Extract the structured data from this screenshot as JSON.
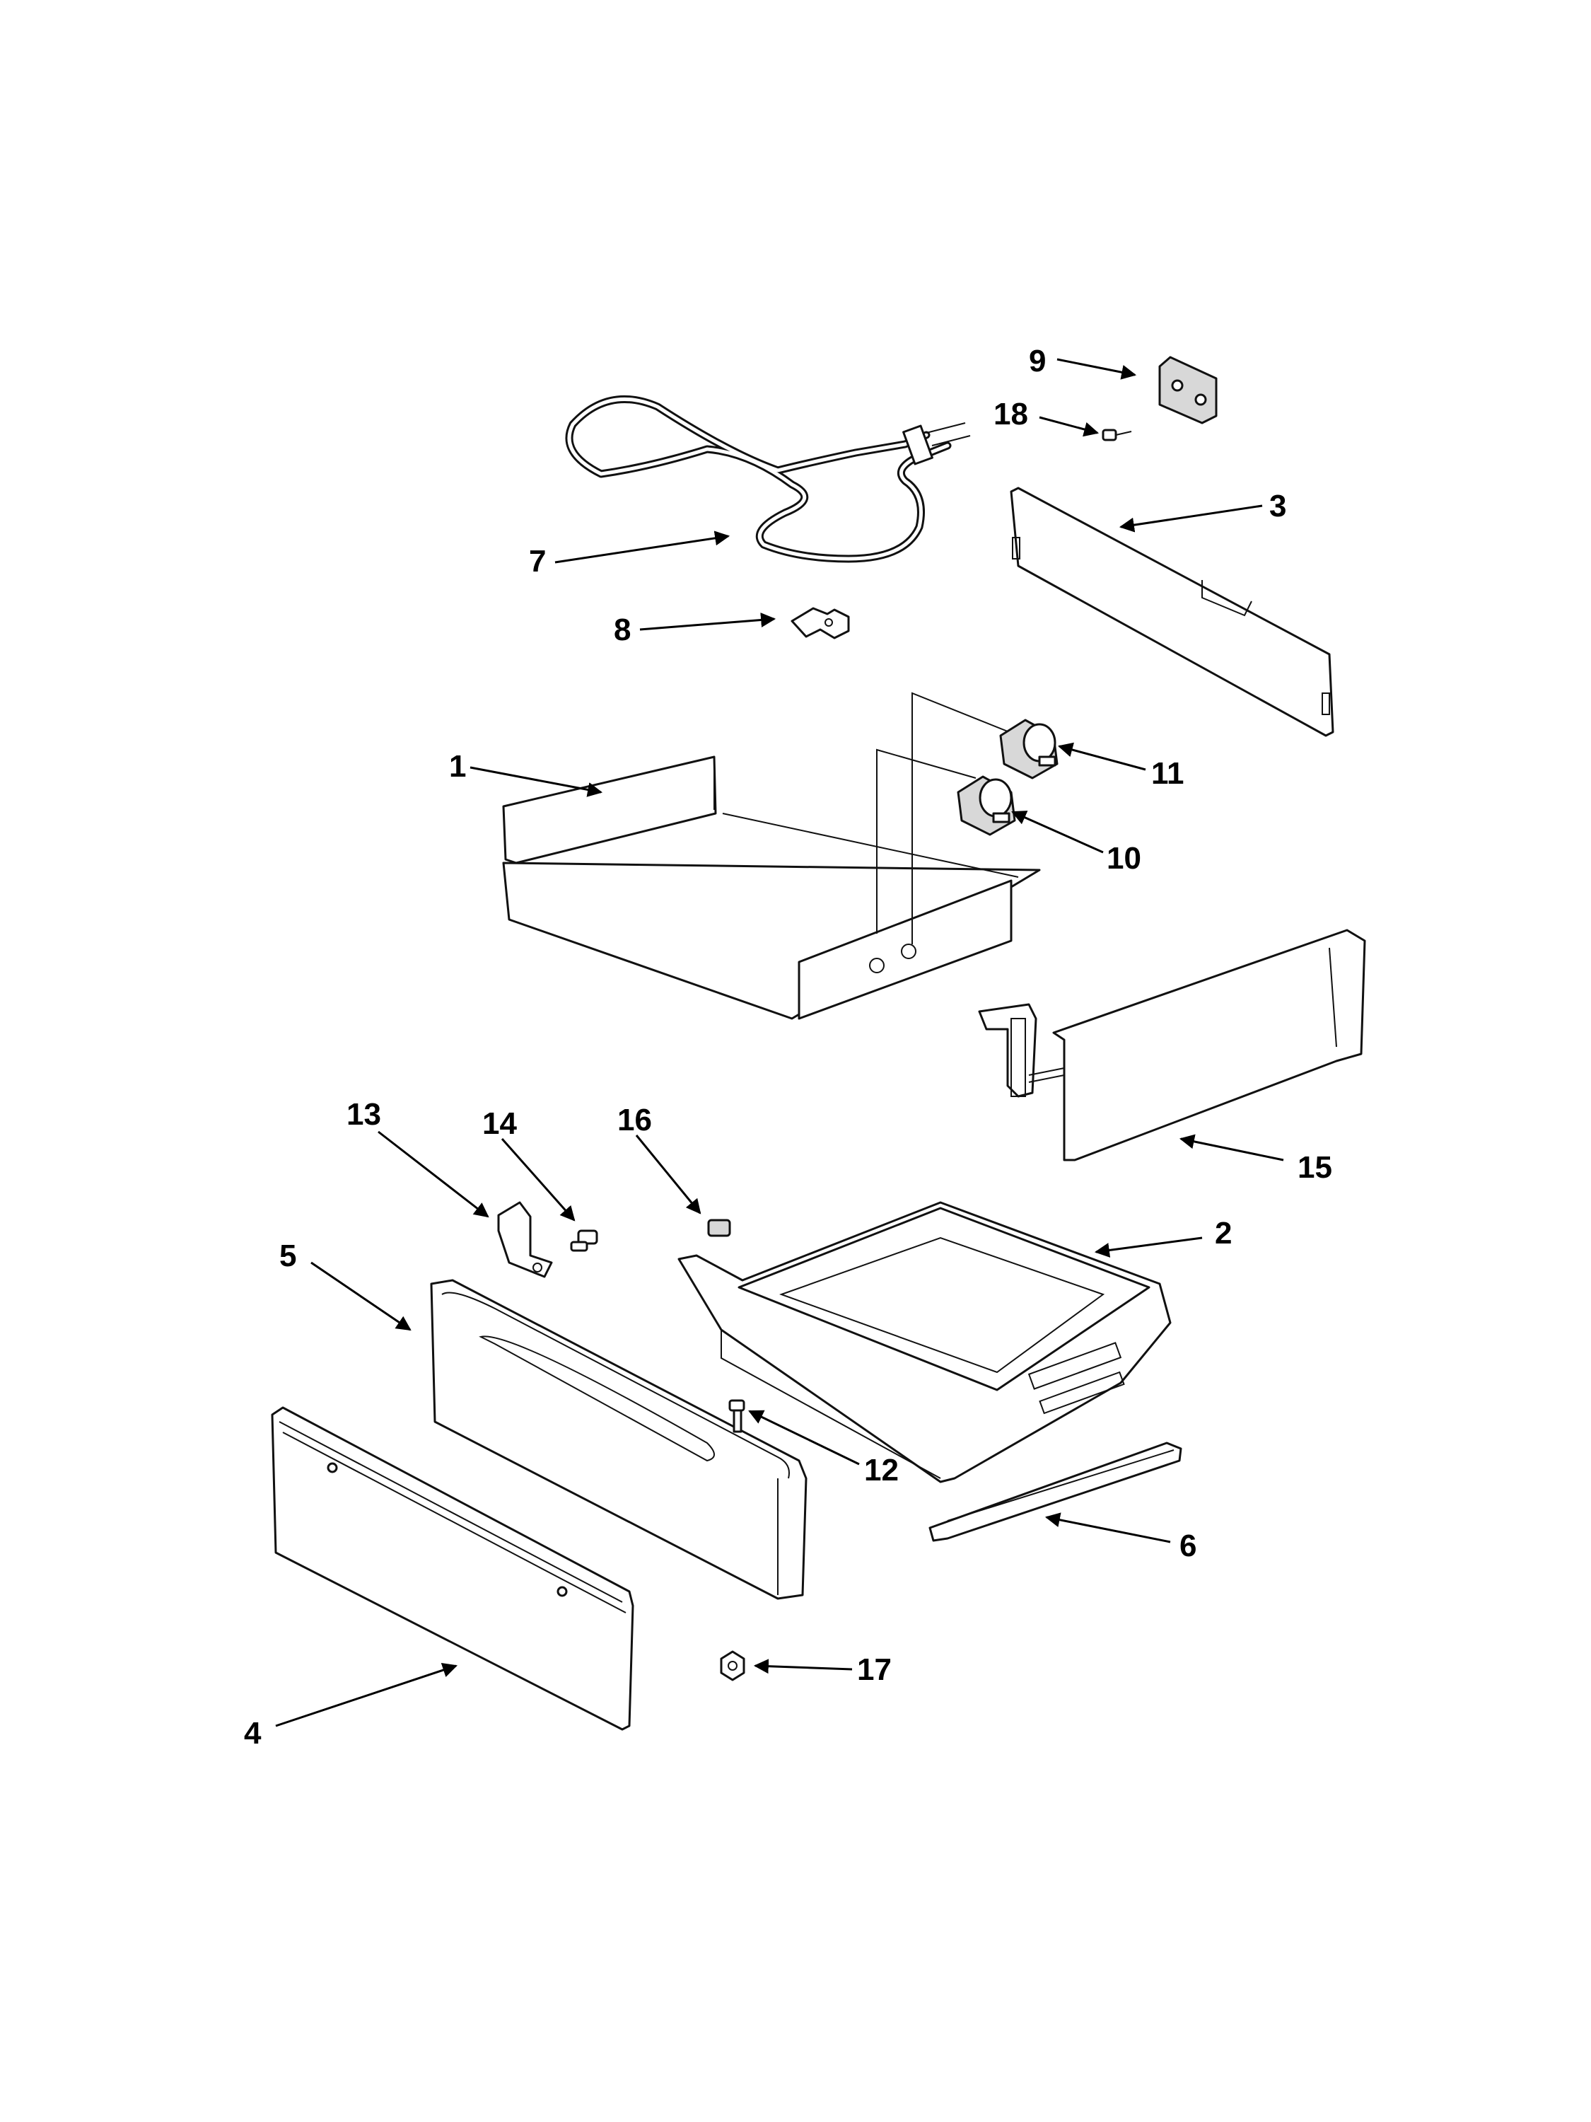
{
  "diagram": {
    "callouts": [
      "1",
      "2",
      "3",
      "4",
      "5",
      "6",
      "7",
      "8",
      "9",
      "10",
      "11",
      "12",
      "13",
      "14",
      "15",
      "16",
      "17",
      "18"
    ]
  },
  "parts": [
    {
      "id": "bake-element",
      "callout": "7"
    },
    {
      "id": "element-bracket",
      "callout": "8"
    },
    {
      "id": "terminal-bracket",
      "callout": "9"
    },
    {
      "id": "screw",
      "callout": "18"
    },
    {
      "id": "rear-panel",
      "callout": "3"
    },
    {
      "id": "drawer-housing",
      "callout": "1"
    },
    {
      "id": "thermostat-switch-upper",
      "callout": "11"
    },
    {
      "id": "thermostat-switch-lower",
      "callout": "10"
    },
    {
      "id": "side-panel-with-rail",
      "callout": "15"
    },
    {
      "id": "drawer-pan",
      "callout": "2"
    },
    {
      "id": "clip",
      "callout": "13"
    },
    {
      "id": "light-socket",
      "callout": "14"
    },
    {
      "id": "bumper",
      "callout": "16"
    },
    {
      "id": "drawer-front-frame",
      "callout": "5"
    },
    {
      "id": "drawer-front-panel",
      "callout": "4"
    },
    {
      "id": "drawer-slide",
      "callout": "6"
    },
    {
      "id": "drawer-screw",
      "callout": "12"
    },
    {
      "id": "nut",
      "callout": "17"
    }
  ],
  "colors": {
    "line": "#111111",
    "background": "#ffffff"
  }
}
